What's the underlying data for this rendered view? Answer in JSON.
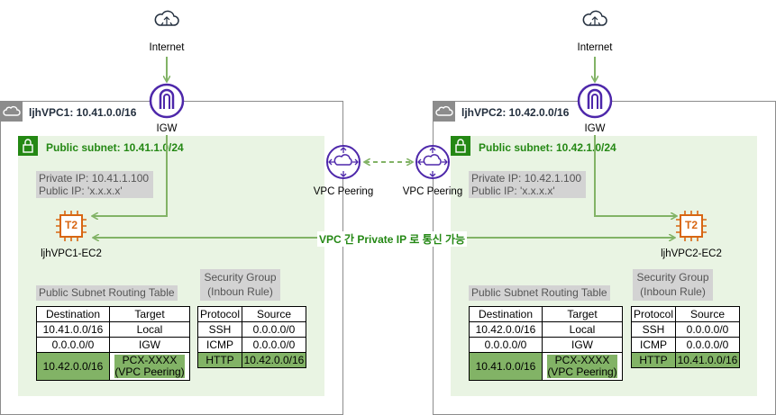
{
  "internet_label": "Internet",
  "igw_label": "IGW",
  "vpc_peering_label": "VPC Peering",
  "peering_comm_text": "VPC 간 Private IP 로 통신 가능",
  "colors": {
    "subnet_fill": "#e9f4e3",
    "subnet_accent": "#248814",
    "highlight": "#82b366",
    "ec2_orange": "#d86613",
    "igw_purple": "#4d27aa",
    "arrow_green": "#82b366"
  },
  "icons": [
    "cloud-internet-icon",
    "igw-icon",
    "vpc-peering-icon",
    "ec2-t2-icon",
    "vpc-cloud-icon",
    "lock-icon"
  ],
  "vpc1": {
    "title": "ljhVPC1: 10.41.0.0/16",
    "subnet_title": "Public subnet: 10.41.1.0/24",
    "private_ip": "Private IP: 10.41.1.100",
    "public_ip": "Public IP: 'x.x.x.x'",
    "instance_type": "T2",
    "ec2_label": "ljhVPC1-EC2",
    "rt_title": "Public Subnet Routing Table",
    "rt_headers": [
      "Destination",
      "Target"
    ],
    "rt_rows": [
      [
        "10.41.0.0/16",
        "Local"
      ],
      [
        "0.0.0.0/0",
        "IGW"
      ],
      [
        "10.42.0.0/16",
        "PCX-XXXX (VPC Peering)"
      ]
    ],
    "sg_title_1": "Security Group",
    "sg_title_2": "(Inboun Rule)",
    "sg_headers": [
      "Protocol",
      "Source"
    ],
    "sg_rows": [
      [
        "SSH",
        "0.0.0.0/0"
      ],
      [
        "ICMP",
        "0.0.0.0/0"
      ],
      [
        "HTTP",
        "10.42.0.0/16"
      ]
    ]
  },
  "vpc2": {
    "title": "ljhVPC2: 10.42.0.0/16",
    "subnet_title": "Public subnet: 10.42.1.0/24",
    "private_ip": "Private IP: 10.42.1.100",
    "public_ip": "Public IP: 'x.x.x.x'",
    "instance_type": "T2",
    "ec2_label": "ljhVPC2-EC2",
    "rt_title": "Public Subnet Routing Table",
    "rt_headers": [
      "Destination",
      "Target"
    ],
    "rt_rows": [
      [
        "10.42.0.0/16",
        "Local"
      ],
      [
        "0.0.0.0/0",
        "IGW"
      ],
      [
        "10.41.0.0/16",
        "PCX-XXXX (VPC Peering)"
      ]
    ],
    "sg_title_1": "Security Group",
    "sg_title_2": "(Inboun Rule)",
    "sg_headers": [
      "Protocol",
      "Source"
    ],
    "sg_rows": [
      [
        "SSH",
        "0.0.0.0/0"
      ],
      [
        "ICMP",
        "0.0.0.0/0"
      ],
      [
        "HTTP",
        "10.41.0.0/16"
      ]
    ]
  }
}
